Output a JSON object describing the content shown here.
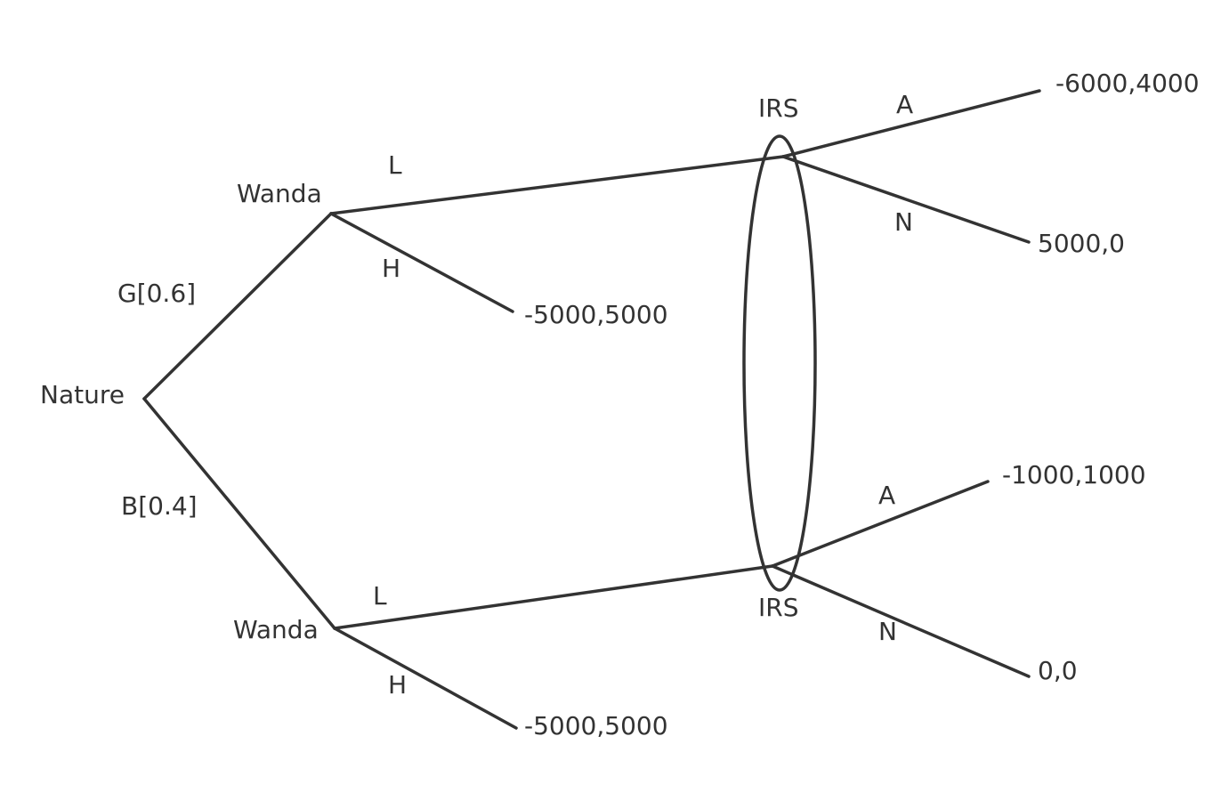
{
  "nodes": {
    "nature": "Nature",
    "wanda_top": "Wanda",
    "wanda_bottom": "Wanda",
    "irs_top": "IRS",
    "irs_bottom": "IRS"
  },
  "edges": {
    "nature_good": "G[0.6]",
    "nature_bad": "B[0.4]",
    "top_low": "L",
    "top_high": "H",
    "bottom_low": "L",
    "bottom_high": "H",
    "top_audit": "A",
    "top_no_audit": "N",
    "bottom_audit": "A",
    "bottom_no_audit": "N"
  },
  "payoffs": {
    "top_low_audit": "-6000,4000",
    "top_low_no_audit": "5000,0",
    "top_high": "-5000,5000",
    "bottom_low_audit": "-1000,1000",
    "bottom_low_no_audit": "0,0",
    "bottom_high": "-5000,5000"
  }
}
